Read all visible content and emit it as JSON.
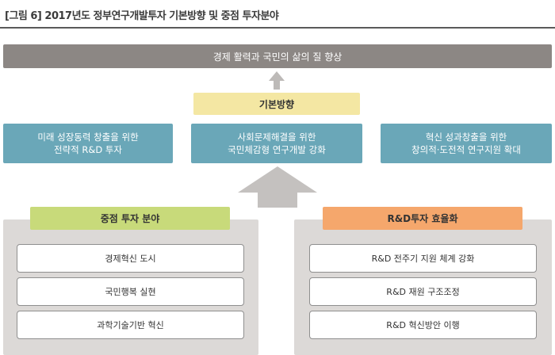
{
  "figure": {
    "title": "[그림 6] 2017년도 정부연구개발투자 기본방향 및 중점 투자분야"
  },
  "goal": {
    "label": "경제 활력과 국민의 삶의 질 향상"
  },
  "basic_direction": {
    "label": "기본방향"
  },
  "directions": [
    {
      "label": "미래 성장동력 창출을 위한\n전략적 R&D 투자"
    },
    {
      "label": "사회문제해결을 위한\n국민체감형 연구개발 강화"
    },
    {
      "label": "혁신 성과창출을 위한\n창의적·도전적 연구지원 확대"
    }
  ],
  "focus_areas": {
    "label": "중점 투자 분야",
    "items": [
      "경제혁신 도시",
      "국민행복 실현",
      "과학기술기반 혁신"
    ]
  },
  "efficiency": {
    "label": "R&D투자 효율화",
    "items": [
      "R&D 전주기 지원 체계 강화",
      "R&D 재원 구조조정",
      "R&D 혁신방안 이행"
    ]
  },
  "colors": {
    "goal": "#8c8784",
    "basic": "#f4e7a3",
    "direction": "#6aa7b8",
    "focus_header": "#c8da7a",
    "efficiency_header": "#f5a76c",
    "panel": "#dcd9d7",
    "arrow": "#bdbab8"
  }
}
